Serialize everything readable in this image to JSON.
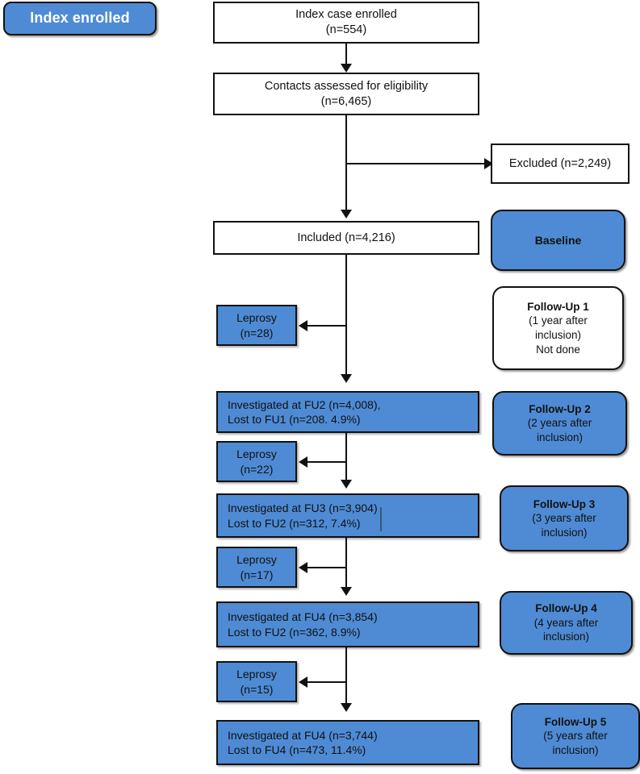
{
  "diagram": {
    "title_badge": {
      "label": "Index enrolled",
      "color": "#4e8bd4",
      "text_color": "#ffffff"
    },
    "palette": {
      "blue": "#4e8bd4",
      "white": "#ffffff",
      "border": "#111111",
      "text": "#111111"
    },
    "main_column": [
      {
        "name": "index-case-enrolled",
        "line1": "Index case enrolled",
        "line2": "(n=554)",
        "style": "white"
      },
      {
        "name": "contacts-assessed",
        "line1": "Contacts assessed for eligibility",
        "line2": "(n=6,465)",
        "style": "white"
      },
      {
        "name": "included",
        "line1": "Included (n=4,216)",
        "line2": "",
        "style": "white"
      },
      {
        "name": "investigated-fu2",
        "line1": "Investigated at FU2 (n=4,008),",
        "line2": "Lost to FU1 (n=208.  4.9%)",
        "style": "blue"
      },
      {
        "name": "investigated-fu3",
        "line1": "Investigated at FU3 (n=3,904)",
        "line2": "Lost to FU2 (n=312,  7.4%)",
        "style": "blue"
      },
      {
        "name": "investigated-fu4",
        "line1": "Investigated at FU4 (n=3,854)",
        "line2": "Lost to FU2 (n=362,  8.9%)",
        "style": "blue"
      },
      {
        "name": "investigated-fu5",
        "line1": "Investigated at FU4 (n=3,744)",
        "line2": "Lost to FU4 (n=473,  11.4%)",
        "style": "blue"
      }
    ],
    "excluded": {
      "name": "excluded",
      "label": "Excluded (n=2,249)",
      "style": "white"
    },
    "leprosy_boxes": [
      {
        "name": "leprosy-1",
        "line1": "Leprosy",
        "line2": "(n=28)"
      },
      {
        "name": "leprosy-2",
        "line1": "Leprosy",
        "line2": "(n=22)"
      },
      {
        "name": "leprosy-3",
        "line1": "Leprosy",
        "line2": "(n=17)"
      },
      {
        "name": "leprosy-4",
        "line1": "Leprosy",
        "line2": "(n=15)"
      }
    ],
    "timeline_column": [
      {
        "name": "baseline",
        "title": "Baseline",
        "sub1": "",
        "sub2": "",
        "sub3": "",
        "style": "blue"
      },
      {
        "name": "follow-up-1",
        "title": "Follow-Up 1",
        "sub1": "(1 year after",
        "sub2": "inclusion)",
        "sub3": "Not done",
        "style": "white"
      },
      {
        "name": "follow-up-2",
        "title": "Follow-Up 2",
        "sub1": "(2 years after",
        "sub2": "inclusion)",
        "sub3": "",
        "style": "blue"
      },
      {
        "name": "follow-up-3",
        "title": "Follow-Up 3",
        "sub1": "(3 years after",
        "sub2": "inclusion)",
        "sub3": "",
        "style": "blue"
      },
      {
        "name": "follow-up-4",
        "title": "Follow-Up 4",
        "sub1": "(4 years after",
        "sub2": "inclusion)",
        "sub3": "",
        "style": "blue"
      },
      {
        "name": "follow-up-5",
        "title": "Follow-Up 5",
        "sub1": "(5 years after",
        "sub2": "inclusion)",
        "sub3": "",
        "style": "blue"
      }
    ]
  }
}
